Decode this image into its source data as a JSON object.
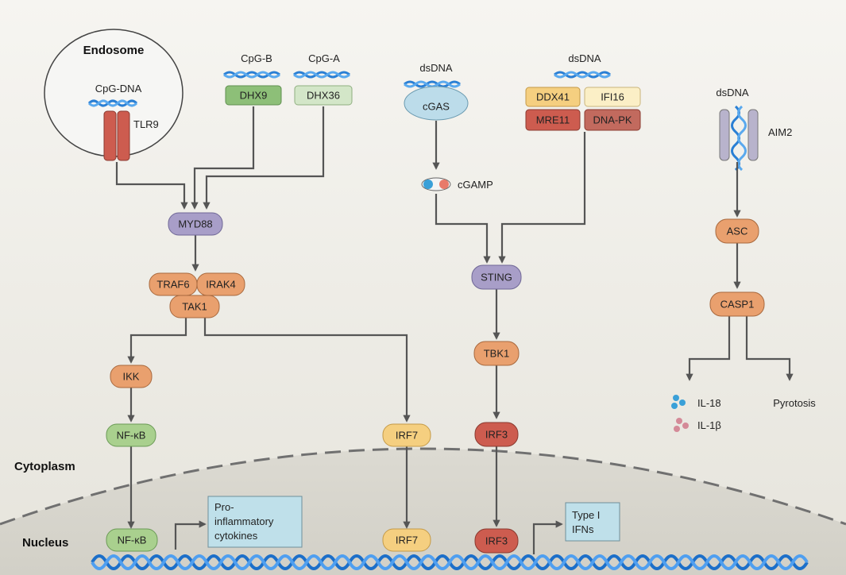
{
  "compartments": {
    "endosome": "Endosome",
    "cytoplasm": "Cytoplasm",
    "nucleus": "Nucleus"
  },
  "ligands": {
    "cpg_dna": "CpG-DNA",
    "cpg_b": "CpG-B",
    "cpg_a": "CpG-A",
    "dsdna_cgas": "dsDNA",
    "dsdna_ddx41": "dsDNA",
    "dsdna_aim2": "dsDNA"
  },
  "sensors": {
    "tlr9": "TLR9",
    "dhx9": "DHX9",
    "dhx36": "DHX36",
    "cgas": "cGAS",
    "cgamp": "cGAMP",
    "ddx41": "DDX41",
    "ifi16": "IFI16",
    "mre11": "MRE11",
    "dnapk": "DNA-PK",
    "aim2": "AIM2"
  },
  "nodes": {
    "myd88": "MYD88",
    "traf6": "TRAF6",
    "irak4": "IRAK4",
    "tak1": "TAK1",
    "ikk": "IKK",
    "nfkb_cyto": "NF-κB",
    "irf7_cyto": "IRF7",
    "sting": "STING",
    "tbk1": "TBK1",
    "irf3_cyto": "IRF3",
    "asc": "ASC",
    "casp1": "CASP1",
    "nfkb_nuc": "NF-κB",
    "irf7_nuc": "IRF7",
    "irf3_nuc": "IRF3"
  },
  "outputs": {
    "il18": "IL-18",
    "il1b": "IL-1β",
    "pyrotosis": "Pyrotosis",
    "proinflam_1": "Pro-",
    "proinflam_2": "inflammatory",
    "proinflam_3": "cytokines",
    "typei_1": "Type I",
    "typei_2": "IFNs"
  },
  "colors": {
    "orange_node": "#e9a06e",
    "purple_node": "#a89ec8",
    "green_node": "#a9d08e",
    "red_node": "#cd5c4f",
    "yellow_node": "#f5cf80",
    "cream_node": "#fbefc6",
    "light_green_node": "#d3e6c8",
    "dark_green_node": "#8dbf78",
    "cgas_blue": "#bcdcea",
    "dna_blue": "#2a7fd4",
    "output_box": "#bfe0ea",
    "arrow": "#555555"
  }
}
